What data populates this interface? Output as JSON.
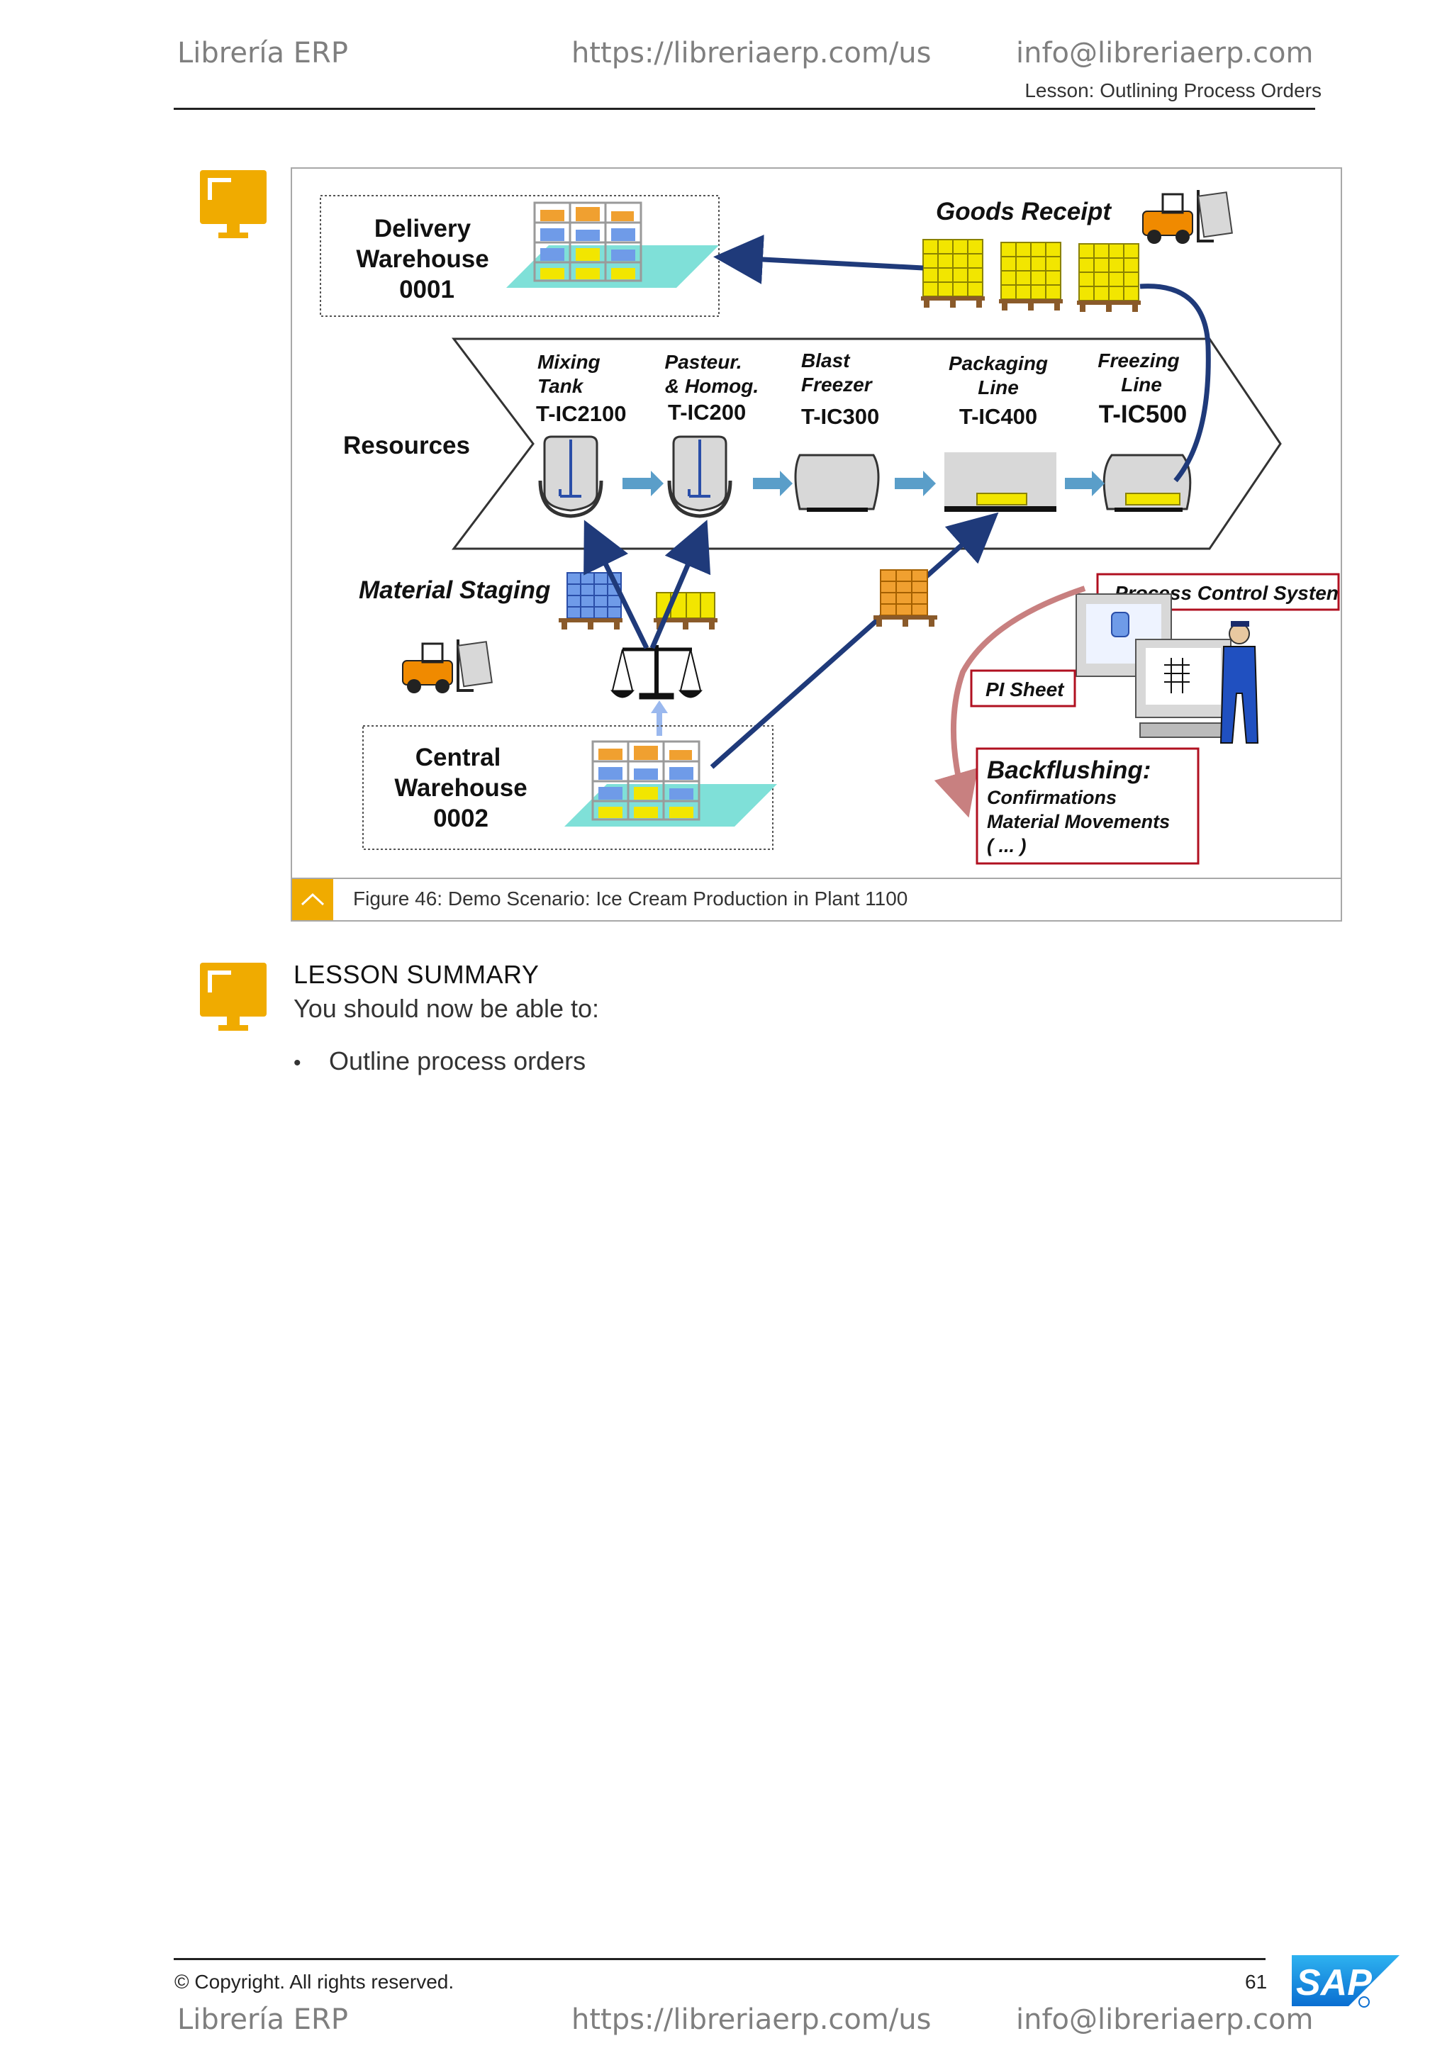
{
  "header": {
    "brand": "Librería ERP",
    "url": "https://libreriaerp.com/us",
    "email": "info@libreriaerp.com",
    "lesson": "Lesson: Outlining Process Orders"
  },
  "figure": {
    "caption": "Figure 46: Demo Scenario: Ice Cream Production in Plant 1100",
    "delivery_warehouse": [
      "Delivery",
      "Warehouse",
      "0001"
    ],
    "goods_receipt": "Goods Receipt",
    "resources_label": "Resources",
    "resources": [
      {
        "name_lines": [
          "Mixing",
          "Tank"
        ],
        "code": "T-IC2100"
      },
      {
        "name_lines": [
          "Pasteur.",
          "& Homog."
        ],
        "code": "T-IC200"
      },
      {
        "name_lines": [
          "Blast",
          "Freezer"
        ],
        "code": "T-IC300"
      },
      {
        "name_lines": [
          "Packaging",
          "Line"
        ],
        "code": "T-IC400"
      },
      {
        "name_lines": [
          "Freezing",
          "Line"
        ],
        "code": "T-IC500"
      }
    ],
    "material_staging": "Material Staging",
    "central_warehouse": [
      "Central",
      "Warehouse",
      "0002"
    ],
    "process_control_system": "Process Control Systen",
    "pi_sheet": "PI Sheet",
    "backflushing": {
      "title": "Backflushing:",
      "lines": [
        "Confirmations",
        "Material Movements",
        "( ... )"
      ]
    },
    "colors": {
      "arrow_navy": "#1f3a7a",
      "crate_yellow": "#f2e600",
      "crate_blue": "#6f9be8",
      "crate_orange": "#f0a030",
      "floor_cyan": "#7fe0d8",
      "callout_red": "#b01020",
      "curve_pink": "#c88080",
      "step_arrow": "#5a9ec9"
    }
  },
  "summary": {
    "title": "LESSON SUMMARY",
    "intro": "You should now be able to:",
    "items": [
      "Outline process orders"
    ]
  },
  "footer": {
    "copyright": "© Copyright. All rights reserved.",
    "page_number": "61",
    "logo": "SAP",
    "brand": "Librería ERP",
    "url": "https://libreriaerp.com/us",
    "email": "info@libreriaerp.com"
  }
}
